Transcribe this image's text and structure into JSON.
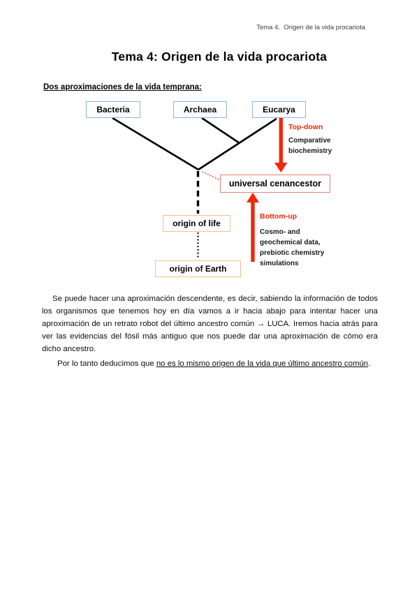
{
  "page": {
    "header": "Tema 4.  Origen de la vida procariota",
    "title": "Tema 4: Origen de la vida procariota",
    "section_heading": "Dos aproximaciones de la vida temprana:"
  },
  "colors": {
    "taxa_border": "#8db4e2",
    "cenancestor_border": "#de8376",
    "origin_border": "#fbbf8b",
    "accent_red": "#f02708",
    "line_black": "#000000"
  },
  "diagram": {
    "taxa": [
      {
        "label": "Bacteria"
      },
      {
        "label": "Archaea"
      },
      {
        "label": "Eucarya"
      }
    ],
    "cenancestor_label": "universal cenancestor",
    "origin_of_life_label": "origin of life",
    "origin_of_earth_label": "origin of Earth",
    "top_down": {
      "label": "Top-down",
      "description": "Comparative\nbiochemistry"
    },
    "bottom_up": {
      "label": "Bottom-up",
      "description": "Cosmo- and\ngeochemical data,\nprebiotic chemistry\nsimulations"
    }
  },
  "body": {
    "paragraph_1": "Se puede hacer una aproximación descendente, es decir, sabiendo la información de todos los organismos que tenemos hoy en día vamos a ir hacia abajo para intentar hacer una aproximación de un retrato robot del último ancestro común → LUCA. Iremos hacia atrás para ver las evidencias del fósil más antiguo que nos puede dar una aproximación de cómo era dicho ancestro.",
    "paragraph_2_prefix": "Por lo tanto deducimos que ",
    "paragraph_2_underlined": "no es lo mismo origen de la vida que último ancestro común",
    "paragraph_2_suffix": "."
  }
}
